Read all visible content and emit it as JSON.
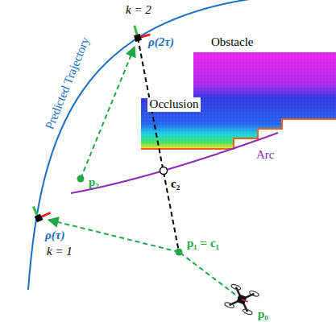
{
  "diagram": {
    "labels": [
      "Predicted Trajectory",
      "k = 2",
      "ρ(2τ)",
      "Obstacle",
      "Occlusion",
      "Arc",
      "ρ(τ)",
      "k = 1",
      "p₂",
      "c₂",
      "p₁ = c₁",
      "p₀"
    ]
  }
}
